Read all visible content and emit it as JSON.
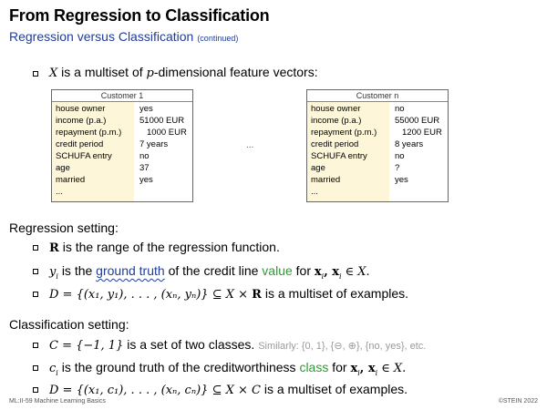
{
  "header": {
    "title": "From Regression to Classification",
    "subtitle": "Regression versus Classification",
    "continued": "(continued)"
  },
  "intro": {
    "X": "X",
    "t1": "is a multiset of",
    "p": "p",
    "t2": "-dimensional feature vectors:"
  },
  "customers": [
    {
      "title": "Customer 1",
      "rows": [
        {
          "key": "house owner",
          "value": "yes"
        },
        {
          "key": "income (p.a.)",
          "value": "51000 EUR"
        },
        {
          "key": "repayment (p.m.)",
          "value": "1000 EUR"
        },
        {
          "key": "credit period",
          "value": "7 years"
        },
        {
          "key": "SCHUFA entry",
          "value": "no"
        },
        {
          "key": "age",
          "value": "37"
        },
        {
          "key": "married",
          "value": "yes"
        },
        {
          "key": "...",
          "value": ""
        }
      ]
    },
    {
      "title": "Customer n",
      "rows": [
        {
          "key": "house owner",
          "value": "no"
        },
        {
          "key": "income (p.a.)",
          "value": "55000 EUR"
        },
        {
          "key": "repayment (p.m.)",
          "value": "1200 EUR"
        },
        {
          "key": "credit period",
          "value": "8 years"
        },
        {
          "key": "SCHUFA entry",
          "value": "no"
        },
        {
          "key": "age",
          "value": "?"
        },
        {
          "key": "married",
          "value": "yes"
        },
        {
          "key": "...",
          "value": ""
        }
      ]
    }
  ],
  "between_ellipsis": "...",
  "regression": {
    "heading": "Regression setting:",
    "b1_sym": "R",
    "b1_text": "is the range of the regression function.",
    "b2_sym": "y",
    "b2_sub": "i",
    "b2_t1": "is the",
    "b2_link": "ground truth",
    "b2_t2": "of the credit line",
    "b2_value": "value",
    "b2_t3": "for",
    "b2_math": "x",
    "b2_math_sub": "i",
    "b2_math2": ", x",
    "b2_math2_sub": "i",
    "b2_math3": "∈ X.",
    "b3_math": "D = {(x₁, y₁), . . . , (xₙ, yₙ)} ⊆ X × ",
    "b3_R": "R",
    "b3_text": "is a multiset of examples."
  },
  "classification": {
    "heading": "Classification setting:",
    "b1_math": "C = {−1, 1}",
    "b1_text": "is a set of two classes.",
    "b1_similar": "Similarly: {0, 1}, {⊖, ⊕}, {no, yes}, etc.",
    "b2_sym": "c",
    "b2_sub": "i",
    "b2_t1": "is the ground truth of the creditworthiness",
    "b2_class": "class",
    "b2_t2": "for",
    "b2_math": "x",
    "b2_math_sub": "i",
    "b2_math2": ", x",
    "b2_math2_sub": "i",
    "b2_math3": "∈ X.",
    "b3_math": "D = {(x₁, c₁), . . . , (xₙ, cₙ)} ⊆ X × C",
    "b3_text": "is a multiset of examples."
  },
  "footer": {
    "left": "ML:II-59    Machine Learning Basics",
    "right": "©STEIN 2022"
  }
}
